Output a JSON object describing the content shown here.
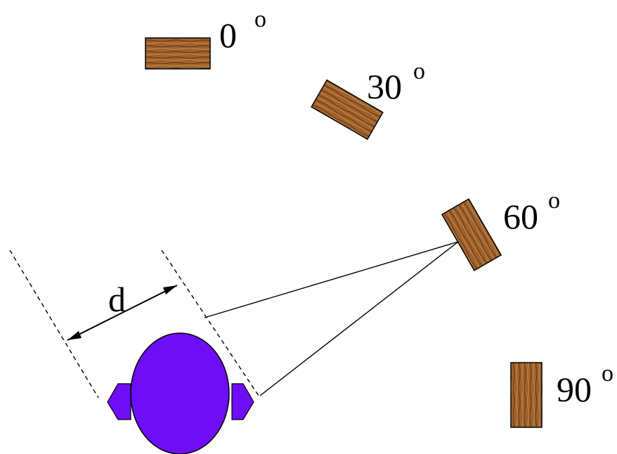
{
  "labels": {
    "angle_0": "0",
    "angle_30": "30",
    "angle_60": "60",
    "angle_90": "90",
    "degree_symbol": "o",
    "distance": "d"
  },
  "colors": {
    "wood": "#a0622d",
    "wood_grain": "#6b3a17",
    "wood_light": "#c98b4f",
    "head": "#6e0ef5",
    "head_outline": "#000000",
    "line": "#000000"
  },
  "elements": {
    "wood_blocks": [
      "block-0-degrees",
      "block-30-degrees",
      "block-60-degrees",
      "block-90-degrees"
    ],
    "observer": "head-with-ears"
  }
}
